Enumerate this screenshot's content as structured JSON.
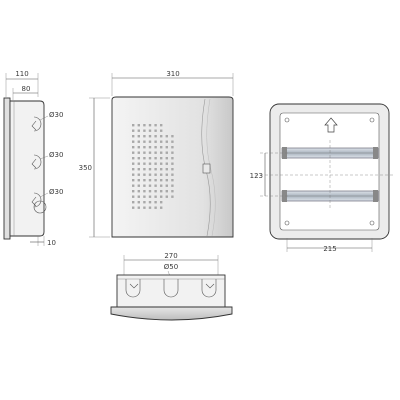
{
  "side_view": {
    "depth_total": "110",
    "depth_inner": "80",
    "hole_top": "Ø30",
    "hole_mid": "Ø30",
    "hole_bottom": "Ø30",
    "flange": "10"
  },
  "front_view": {
    "width": "310",
    "height": "350"
  },
  "inner_view": {
    "rail_pitch": "123",
    "rail_length": "215"
  },
  "bottom_view": {
    "hole_span": "270",
    "hole_dia": "Ø50"
  },
  "colors": {
    "line": "#555555",
    "door_gradient_start": "#f4f4f4",
    "door_gradient_end": "#cfcfcf",
    "rail": "#b8c2cc"
  }
}
